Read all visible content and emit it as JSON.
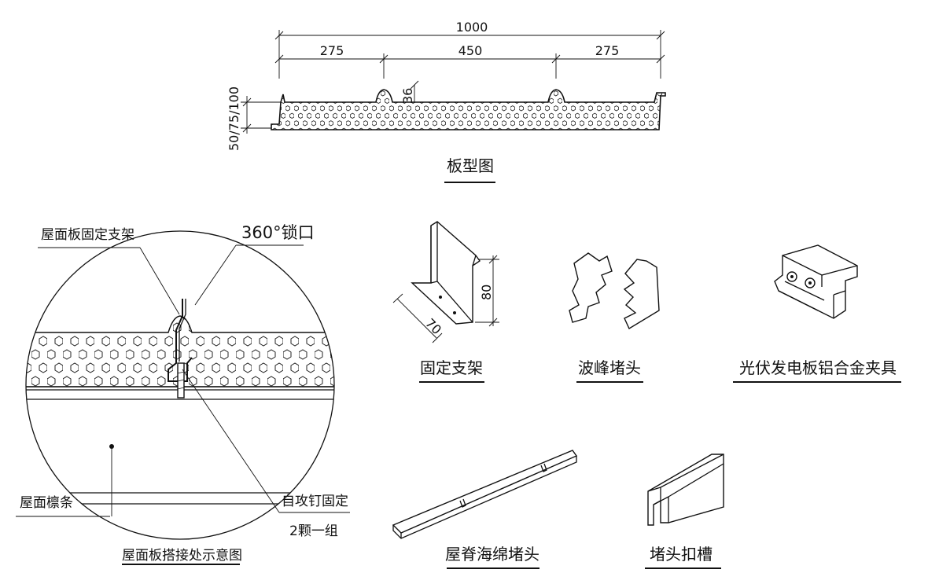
{
  "panel_profile": {
    "dim_total": "1000",
    "dim_left": "275",
    "dim_mid": "450",
    "dim_right": "275",
    "dim_thickness": "50/75/100",
    "dim_rib": "36",
    "caption": "板型图"
  },
  "detail": {
    "bracket_label": "屋面板固定支架",
    "lock_label": "360°锁口",
    "purlin_label": "屋面檩条",
    "screw_label": "自攻钉固定",
    "screw_note": "2颗一组",
    "caption": "屋面板搭接处示意图"
  },
  "fixing_bracket": {
    "dim_width": "70",
    "dim_height": "80",
    "caption": "固定支架"
  },
  "wave_plug": {
    "caption": "波峰堵头"
  },
  "pv_clamp": {
    "caption": "光伏发电板铝合金夹具"
  },
  "ridge_plug": {
    "caption": "屋脊海绵堵头"
  },
  "end_channel": {
    "caption": "堵头扣槽"
  }
}
